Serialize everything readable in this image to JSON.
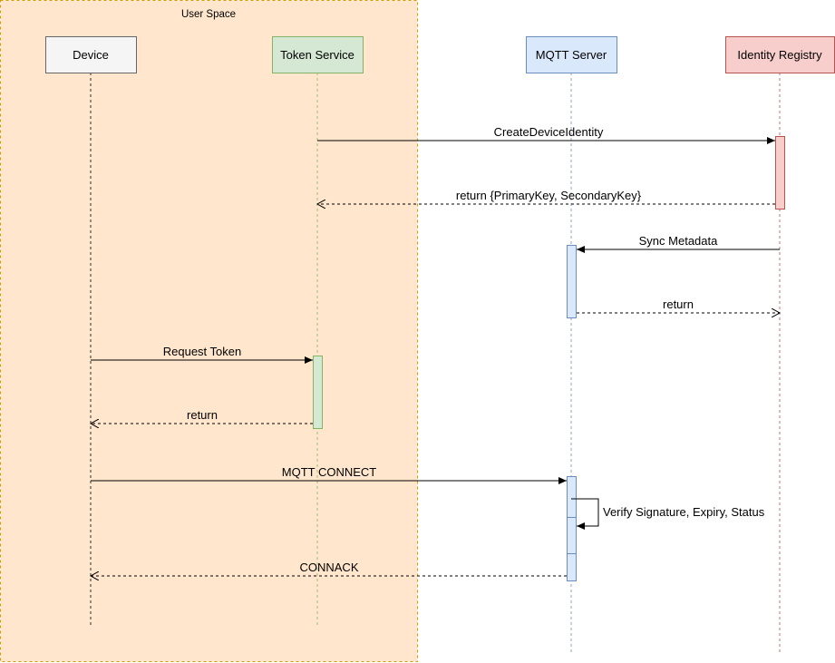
{
  "user_space": {
    "label": "User Space",
    "fill": "#ffe6cc",
    "stroke": "#d79b00"
  },
  "participants": [
    {
      "id": "device",
      "label": "Device",
      "fill": "#f5f5f5",
      "stroke": "#666666"
    },
    {
      "id": "token",
      "label": "Token Service",
      "fill": "#d5e8d4",
      "stroke": "#82b366"
    },
    {
      "id": "mqtt",
      "label": "MQTT Server",
      "fill": "#dae8fc",
      "stroke": "#6c8ebf"
    },
    {
      "id": "registry",
      "label": "Identity Registry",
      "fill": "#f8cecc",
      "stroke": "#b85450"
    }
  ],
  "messages": [
    {
      "id": "create",
      "label": "CreateDeviceIdentity",
      "from": "token",
      "to": "registry",
      "style": "sync"
    },
    {
      "id": "return-keys",
      "label": "return {PrimaryKey, SecondaryKey}",
      "from": "registry",
      "to": "token",
      "style": "return"
    },
    {
      "id": "sync",
      "label": "Sync Metadata",
      "from": "registry",
      "to": "mqtt",
      "style": "sync"
    },
    {
      "id": "return-sync",
      "label": "return",
      "from": "mqtt",
      "to": "registry",
      "style": "return"
    },
    {
      "id": "request-token",
      "label": "Request Token",
      "from": "device",
      "to": "token",
      "style": "sync"
    },
    {
      "id": "return-token",
      "label": "return",
      "from": "token",
      "to": "device",
      "style": "return"
    },
    {
      "id": "connect",
      "label": "MQTT CONNECT",
      "from": "device",
      "to": "mqtt",
      "style": "sync"
    },
    {
      "id": "verify",
      "label": "Verify Signature, Expiry, Status",
      "from": "mqtt",
      "to": "mqtt",
      "style": "self"
    },
    {
      "id": "connack",
      "label": "CONNACK",
      "from": "mqtt",
      "to": "device",
      "style": "return"
    }
  ]
}
